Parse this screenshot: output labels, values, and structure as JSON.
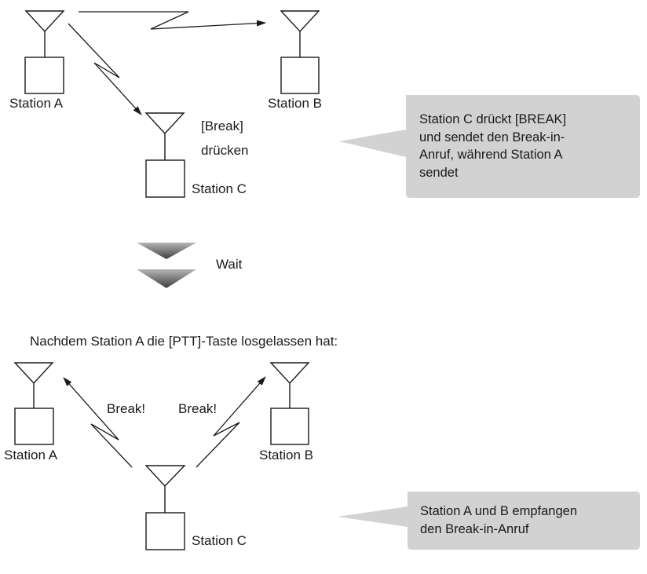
{
  "top": {
    "station_a": "Station A",
    "station_b": "Station B",
    "station_c": "Station C",
    "press_break_line1": "[Break]",
    "press_break_line2": "drücken",
    "callout": {
      "line1": "Station C drückt [BREAK]",
      "line2": "und sendet den Break-in-",
      "line3": "Anruf, während Station A",
      "line4": "sendet"
    }
  },
  "transition": {
    "wait_label": "Wait"
  },
  "bottom": {
    "heading": "Nachdem Station A die [PTT]-Taste losgelassen hat:",
    "station_a": "Station A",
    "station_b": "Station B",
    "station_c": "Station C",
    "break_left": "Break!",
    "break_right": "Break!",
    "callout": {
      "line1": "Station A und B empfangen",
      "line2": "den Break-in-Anruf"
    }
  },
  "colors": {
    "line": "#1a1a1a",
    "callout_bg": "#d2d2d2",
    "wait_arrow_dark": "#3f3f3f",
    "wait_arrow_light": "#b5b5b5"
  }
}
